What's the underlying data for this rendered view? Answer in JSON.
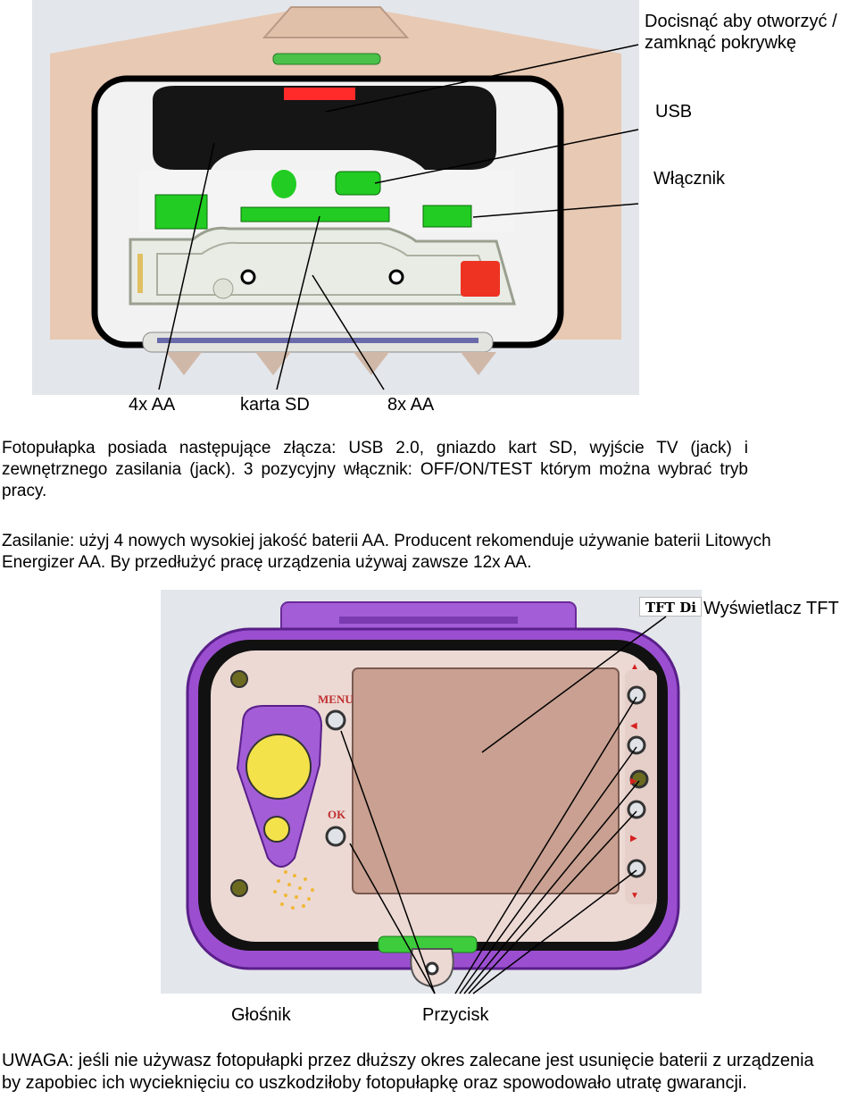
{
  "top_figure": {
    "callouts": {
      "cover": "Docisnąć aby otworzyć /\nzamknąć pokrywkę",
      "usb": "USB",
      "switch": "Włącznik"
    },
    "bottom_labels": {
      "battery_4aa": "4x AA",
      "sd_card": "karta SD",
      "battery_8aa": "8x AA"
    }
  },
  "paragraph_connectors": "Fotopułapka posiada następujące złącza: USB 2.0, gniazdo kart SD, wyjście TV (jack) i zewnętrznego zasilania (jack). 3 pozycyjny włącznik: OFF/ON/TEST którym można wybrać tryb pracy.",
  "paragraph_power": "Zasilanie: użyj 4 nowych wysokiej jakość baterii AA. Producent rekomenduje używanie baterii Litowych Energizer AA. By przedłużyć pracę urządzenia używaj zawsze 12x AA.",
  "bottom_figure": {
    "tft_tag": "TFT Di",
    "tft_label": "Wyświetlacz TFT",
    "menu_label": "MENU",
    "ok_label": "OK",
    "speaker_label": "Głośnik",
    "button_label": "Przycisk"
  },
  "warning": "UWAGA: jeśli nie używasz fotopułapki przez dłuższy okres zalecane jest usunięcie baterii z urządzenia by zapobiec ich wycieknięciu co uszkodziłoby fotopułapkę oraz spowodowało utratę gwarancji."
}
